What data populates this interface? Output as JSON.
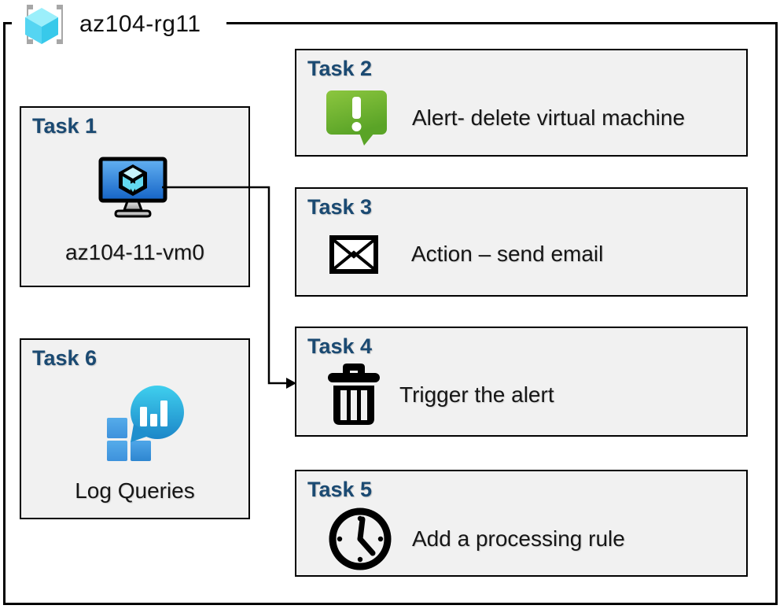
{
  "diagram": {
    "resource_group": {
      "label": "az104-rg11",
      "icon": "resource-group-icon"
    },
    "tasks": [
      {
        "title": "Task 1",
        "label": "az104-11-vm0",
        "icon": "virtual-machine-icon"
      },
      {
        "title": "Task 2",
        "label": "Alert- delete virtual machine",
        "icon": "alert-icon"
      },
      {
        "title": "Task 3",
        "label": "Action – send email",
        "icon": "email-icon"
      },
      {
        "title": "Task 4",
        "label": "Trigger the alert",
        "icon": "trash-icon"
      },
      {
        "title": "Task 5",
        "label": "Add a processing rule",
        "icon": "clock-icon"
      },
      {
        "title": "Task 6",
        "label": "Log Queries",
        "icon": "log-analytics-icon"
      }
    ],
    "connector": {
      "from": "task-1-vm",
      "to": "task-4-box"
    },
    "colors": {
      "title_blue": "#1b4a72",
      "box_fill": "#f1f1f1",
      "border_black": "#000000",
      "alert_green": "#6fb52e",
      "vm_screen_blue": "#1f6fd0",
      "cube_cyan": "#55d5f2",
      "log_bubble_teal": "#29b1dc",
      "log_square_blue": "#3e92dc"
    }
  }
}
